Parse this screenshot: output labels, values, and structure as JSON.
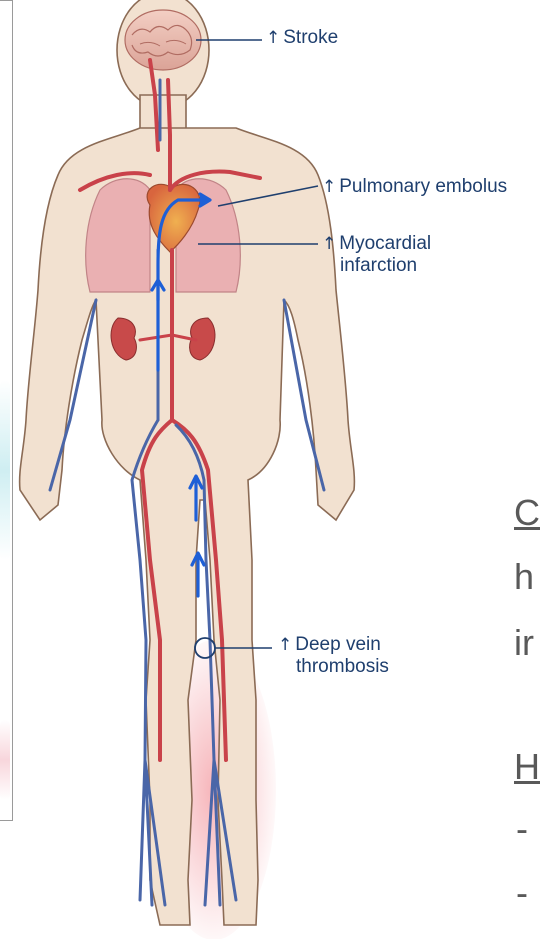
{
  "labels": {
    "stroke": "Stroke",
    "pulmonary": "Pulmonary embolus",
    "mi_line1": "Myocardial",
    "mi_line2": "infarction",
    "dvt_line1": "Deep vein",
    "dvt_line2": "thrombosis",
    "arrow_glyph": "↑"
  },
  "slide_fragments": {
    "line1": "C",
    "line2": "h",
    "line3": "ir",
    "line4": "H",
    "line5": "-",
    "line6": "-"
  },
  "colors": {
    "skin": "#f2e1d0",
    "outline": "#8b6b55",
    "artery": "#c9424a",
    "vein": "#4a66a8",
    "flow": "#1e5fd6",
    "lung": "#e9a8ad",
    "label": "#1f3f6e",
    "dvt_glow": "#f2a4a8"
  },
  "icons": [
    "up-arrow-icon",
    "flow-arrow-icon",
    "clot-marker-icon"
  ]
}
